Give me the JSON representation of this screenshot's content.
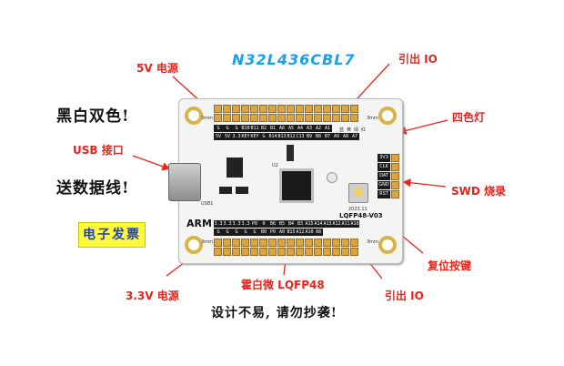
{
  "labels": {
    "v5_power": "5V 电源",
    "chip_name": "N32L436CBL7",
    "io_top": "引出 IO",
    "usb_port": "USB 接口",
    "four_color_led": "四色灯",
    "swd": "SWD 烧录",
    "reset_key": "复位按键",
    "v33_power": "3.3V 电源",
    "package": "霍白微 LQFP48",
    "io_bottom": "引出 IO"
  },
  "handwriting": {
    "line1": "黑白双色!",
    "line2": "送数据线!",
    "footer": "设计不易, 请勿抄袭!"
  },
  "stamp": "电子发票",
  "board": {
    "brand": "ARM",
    "model": "LQFP48-V03",
    "top_header_labels": [
      "5V",
      "5V",
      "3.3",
      "KEY",
      "KEY",
      "G",
      "B14",
      "B13",
      "B12",
      "C13",
      "B9",
      "B8",
      "B7",
      "A9",
      "A8",
      "A7"
    ],
    "top_header_row2": [
      "G",
      "G",
      "G",
      "B10",
      "B11",
      "B2",
      "B1",
      "A6",
      "A5",
      "A4",
      "A3",
      "A2",
      "A1"
    ],
    "bottom_header_labels": [
      "3.3",
      "3.3",
      "3.3",
      "3.3",
      "P0",
      "0",
      "B6",
      "B5",
      "B4",
      "B3",
      "A15",
      "A14",
      "A13",
      "A12",
      "A11",
      "A10"
    ],
    "bottom_header_row2": [
      "G",
      "G",
      "G",
      "G",
      "G",
      "B0",
      "P0",
      "A0",
      "B15",
      "A12",
      "A10",
      "A8"
    ],
    "swd_pins": [
      "3V3",
      "CLK",
      "DAT",
      "GND",
      "RST"
    ],
    "hole_mark": "3mm",
    "usb_ref": "USB1",
    "chip_ref": "U2",
    "small_text": [
      "蓝",
      "黄",
      "绿",
      "红",
      "2023.11"
    ]
  }
}
